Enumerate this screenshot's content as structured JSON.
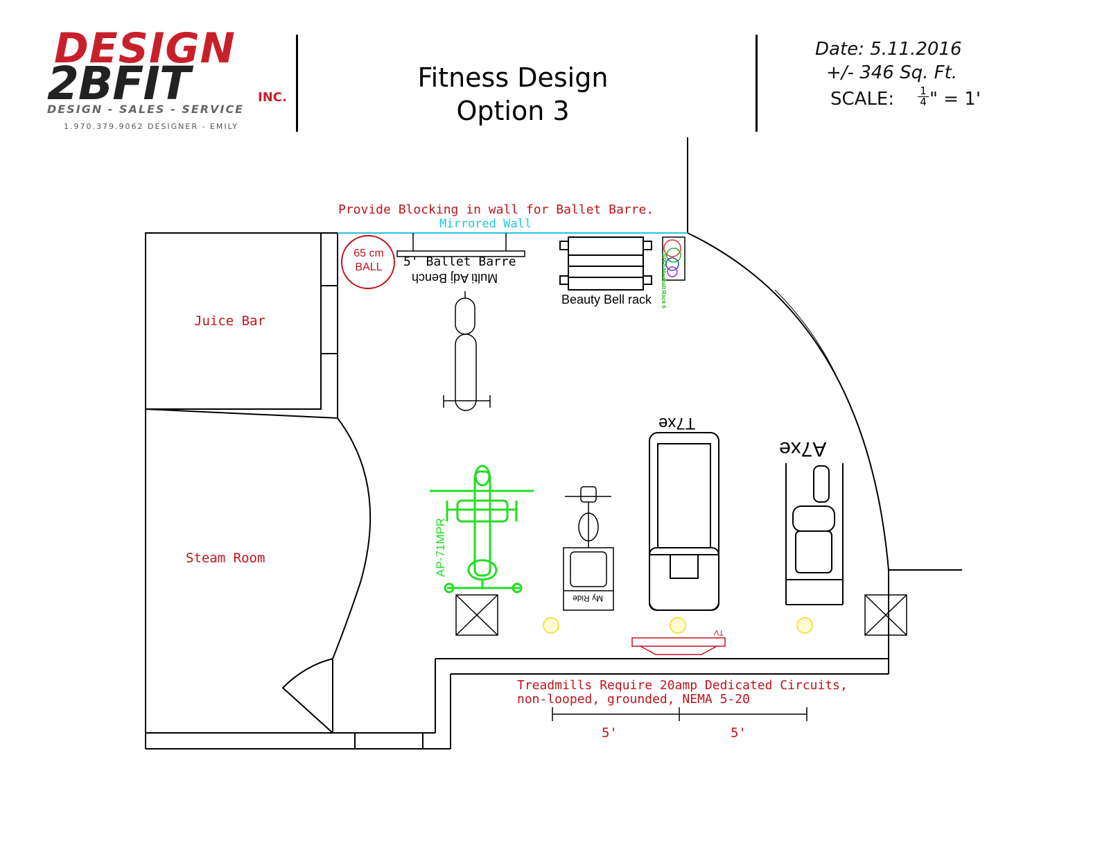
{
  "header": {
    "logo_line1": "DESIGN",
    "logo_line2": "2BFIT",
    "logo_inc": "INC.",
    "logo_tagline": "DESIGN - SALES - SERVICE",
    "logo_contact": "1.970.379.9062 DESIGNER - EMILY",
    "title_line1": "Fitness  Design",
    "title_line2": "Option 3",
    "date": "Date: 5.11.2016",
    "area": "+/-  346 Sq. Ft.",
    "scale_label": "SCALE:",
    "scale_value": "\" = 1'",
    "scale_fraction_num": "1",
    "scale_fraction_den": "4"
  },
  "notes": {
    "blocking_note": "Provide Blocking in wall for Ballet Barre.",
    "mirrored_wall": "Mirrored Wall",
    "treadmill_note_line1": "Treadmills Require 20amp Dedicated Circuits,",
    "treadmill_note_line2": "non-looped, grounded, NEMA 5-20"
  },
  "rooms": {
    "juice_bar": "Juice Bar",
    "steam_room": "Steam Room"
  },
  "equipment": {
    "ball_line1": "65 cm",
    "ball_line2": "BALL",
    "ballet_barre": "5' Ballet Barre",
    "bench": "Multi Adj Bench",
    "bell_rack": "Beauty Bell rack",
    "medball_rack": "SPRI Medball Rack 6",
    "multi_station": "AP-71MPR",
    "bike": "My Ride",
    "treadmill": "T7xe",
    "elliptical": "A7xe",
    "tv": "TV"
  },
  "dimensions": {
    "left_span": "5'",
    "right_span": "5'"
  },
  "colors": {
    "brand_red": "#c8202a",
    "note_red": "#c0121b",
    "mirror_cyan": "#22c7d6",
    "equipment_green": "#22dd22",
    "outlet_yellow": "#f2e24a",
    "line_black": "#000000"
  }
}
